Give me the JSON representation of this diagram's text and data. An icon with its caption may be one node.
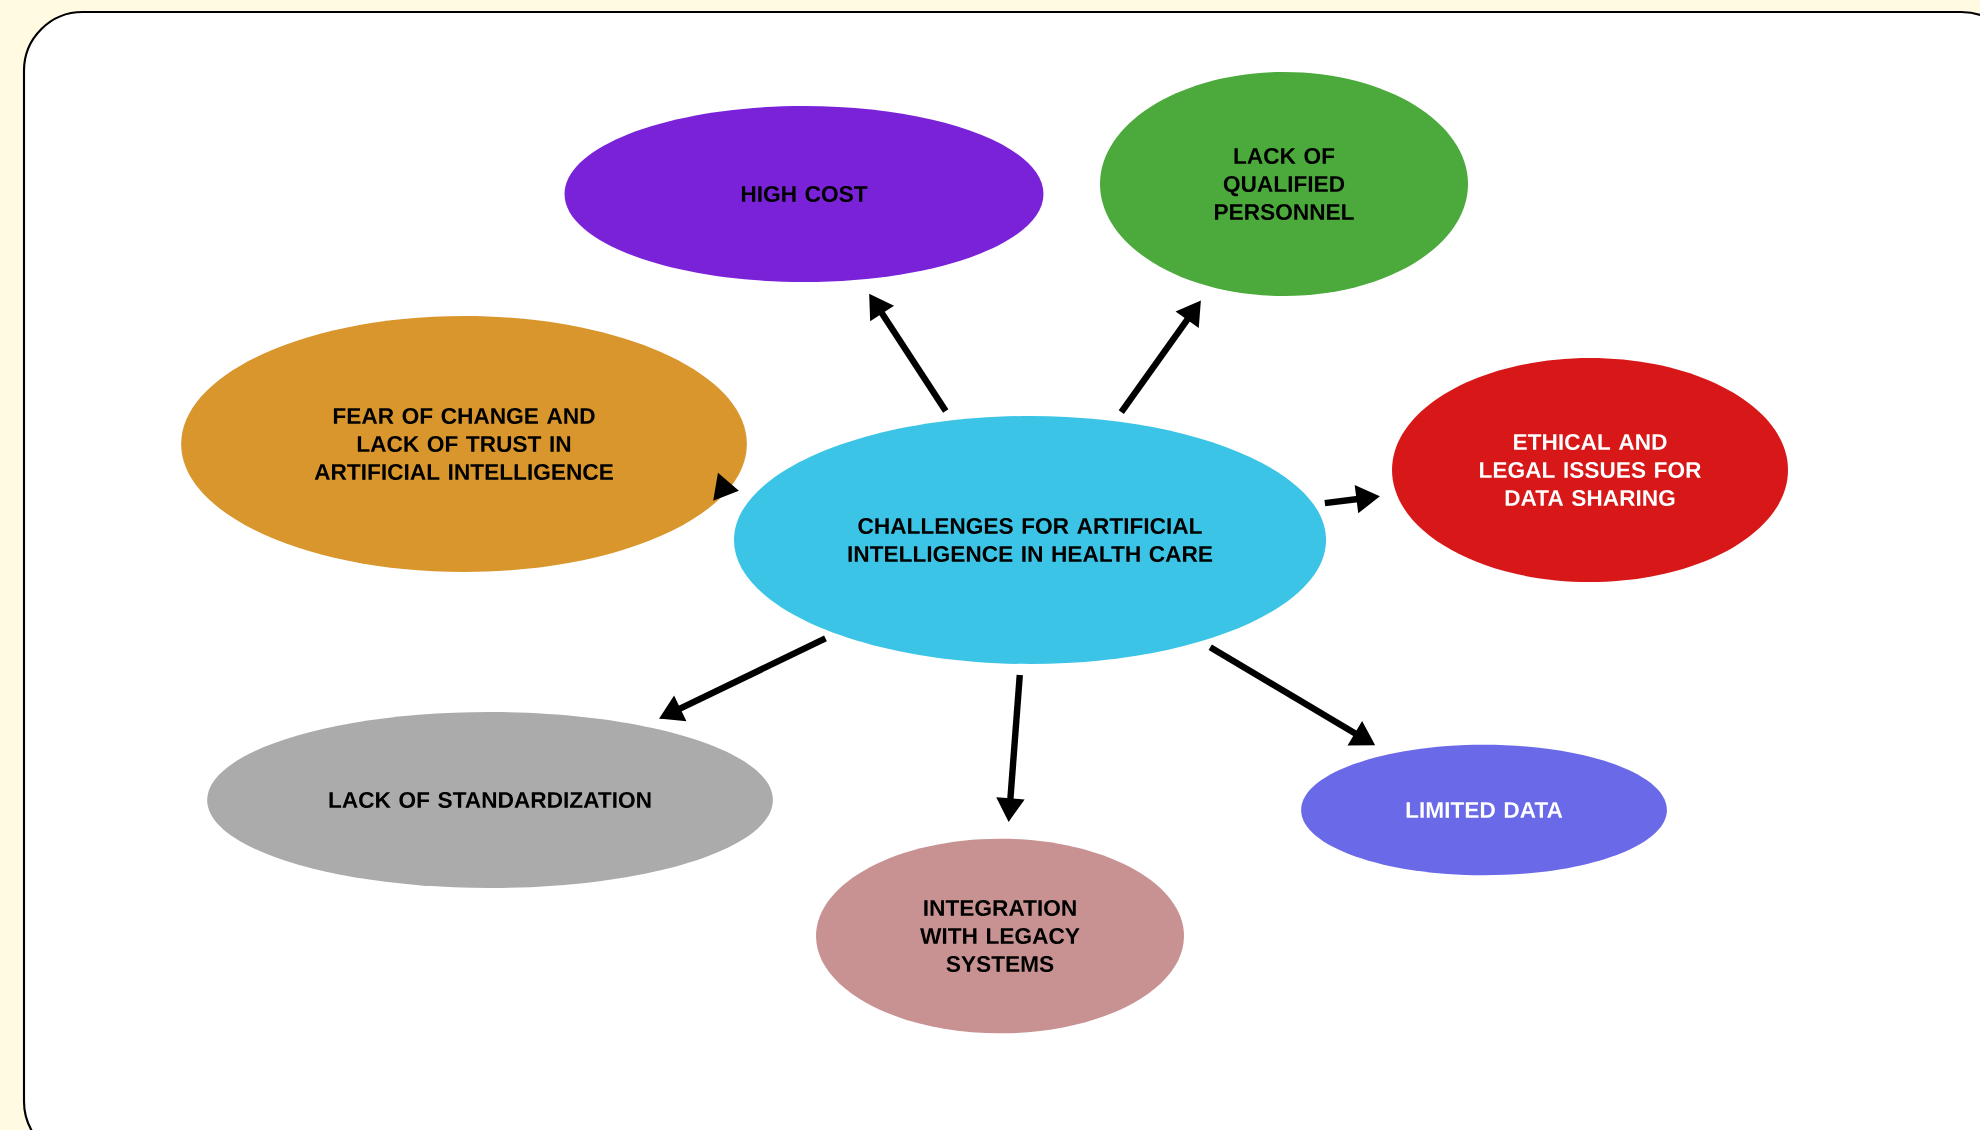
{
  "diagram": {
    "nodes": [
      {
        "text": [
          "CHALLENGES FOR ARTIFICIAL INTELLIGENCE IN HEALTH CARE"
        ]
      },
      {
        "text": [
          "HIGH COST"
        ]
      },
      {
        "text": [
          "LACK OF QUALIFIED PERSONNEL"
        ]
      },
      {
        "text": [
          "FEAR OF CHANGE AND LACK OF TRUST IN ARTIFICIAL INTELLIGENCE"
        ]
      },
      {
        "text": [
          "ETHICAL AND LEGAL ISSUES FOR DATA SHARING"
        ]
      },
      {
        "text": [
          "LACK OF STANDARDIZATION"
        ]
      },
      {
        "text": [
          "LIMITED DATA"
        ]
      },
      {
        "text": [
          "INTEGRATION WITH LEGACY SYSTEMS"
        ]
      }
    ],
    "edges": [
      {
        "from": 0,
        "to": 1,
        "arrow": "to"
      },
      {
        "from": 0,
        "to": 2,
        "arrow": "to"
      },
      {
        "from": 3,
        "to": 0,
        "arrow": "to"
      },
      {
        "from": 0,
        "to": 4,
        "arrow": "to"
      },
      {
        "from": 0,
        "to": 5,
        "arrow": "to"
      },
      {
        "from": 0,
        "to": 6,
        "arrow": "to"
      },
      {
        "from": 0,
        "to": 7,
        "arrow": "to"
      }
    ]
  }
}
